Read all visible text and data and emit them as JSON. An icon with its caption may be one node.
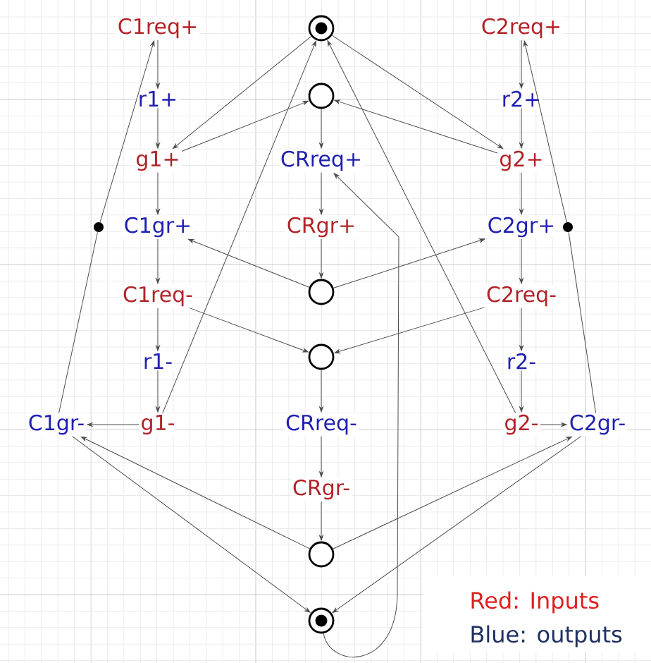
{
  "diagram": {
    "nodes": [
      {
        "text": [
          "C1req+"
        ]
      },
      {
        "text": [],
        "shape": "circle"
      },
      {
        "text": [
          "C2req+"
        ]
      },
      {
        "text": [
          "r1+"
        ]
      },
      {
        "text": [],
        "shape": "circle"
      },
      {
        "text": [
          "r2+"
        ]
      },
      {
        "text": [
          "g1+"
        ]
      },
      {
        "text": [
          "CRreq+"
        ]
      },
      {
        "text": [
          "g2+"
        ]
      },
      {
        "text": [],
        "shape": "circle"
      },
      {
        "text": [
          "C1gr+"
        ]
      },
      {
        "text": [
          "CRgr+"
        ]
      },
      {
        "text": [
          "C2gr+"
        ]
      },
      {
        "text": [],
        "shape": "circle"
      },
      {
        "text": [
          "C1req-"
        ]
      },
      {
        "text": [],
        "shape": "circle"
      },
      {
        "text": [
          "C2req-"
        ]
      },
      {
        "text": [
          "r1-"
        ]
      },
      {
        "text": [],
        "shape": "circle"
      },
      {
        "text": [
          "r2-"
        ]
      },
      {
        "text": [
          "C1gr-"
        ]
      },
      {
        "text": [
          "g1-"
        ]
      },
      {
        "text": [
          "CRreq-"
        ]
      },
      {
        "text": [
          "g2-"
        ]
      },
      {
        "text": [
          "C2gr-"
        ]
      },
      {
        "text": [
          "CRgr-"
        ]
      },
      {
        "text": [],
        "shape": "circle"
      },
      {
        "text": [],
        "shape": "circle"
      }
    ],
    "edges": [
      {
        "from": 0,
        "to": 3,
        "arrow": "to"
      },
      {
        "from": 3,
        "to": 6,
        "arrow": "to"
      },
      {
        "from": 6,
        "to": 10,
        "arrow": "to"
      },
      {
        "from": 10,
        "to": 14,
        "arrow": "to"
      },
      {
        "from": 14,
        "to": 17,
        "arrow": "to"
      },
      {
        "from": 17,
        "to": 21,
        "arrow": "to"
      },
      {
        "from": 21,
        "to": 20,
        "arrow": "to"
      },
      {
        "from": 2,
        "to": 5,
        "arrow": "to"
      },
      {
        "from": 5,
        "to": 8,
        "arrow": "to"
      },
      {
        "from": 8,
        "to": 12,
        "arrow": "to"
      },
      {
        "from": 12,
        "to": 16,
        "arrow": "to"
      },
      {
        "from": 16,
        "to": 19,
        "arrow": "to"
      },
      {
        "from": 19,
        "to": 23,
        "arrow": "to"
      },
      {
        "from": 23,
        "to": 24,
        "arrow": "to"
      },
      {
        "from": 20,
        "to": 9,
        "arrow": "none"
      },
      {
        "from": 9,
        "to": 0,
        "arrow": "to"
      },
      {
        "from": 24,
        "to": 13,
        "arrow": "none"
      },
      {
        "from": 13,
        "to": 2,
        "arrow": "to"
      },
      {
        "from": 1,
        "to": 6,
        "arrow": "to"
      },
      {
        "from": 6,
        "to": 4,
        "arrow": "to"
      },
      {
        "from": 21,
        "to": 1,
        "arrow": "to"
      },
      {
        "from": 14,
        "to": 18,
        "arrow": "to"
      },
      {
        "from": 15,
        "to": 10,
        "arrow": "to"
      },
      {
        "from": 26,
        "to": 20,
        "arrow": "to"
      },
      {
        "from": 20,
        "to": 27,
        "arrow": "to"
      },
      {
        "from": 1,
        "to": 8,
        "arrow": "to"
      },
      {
        "from": 8,
        "to": 4,
        "arrow": "to"
      },
      {
        "from": 23,
        "to": 1,
        "arrow": "to"
      },
      {
        "from": 16,
        "to": 18,
        "arrow": "to"
      },
      {
        "from": 15,
        "to": 12,
        "arrow": "to"
      },
      {
        "from": 26,
        "to": 24,
        "arrow": "to"
      },
      {
        "from": 24,
        "to": 27,
        "arrow": "to"
      },
      {
        "from": 4,
        "to": 7,
        "arrow": "to"
      },
      {
        "from": 7,
        "to": 11,
        "arrow": "to"
      },
      {
        "from": 11,
        "to": 15,
        "arrow": "to"
      },
      {
        "from": 18,
        "to": 22,
        "arrow": "to"
      },
      {
        "from": 22,
        "to": 25,
        "arrow": "to"
      },
      {
        "from": 25,
        "to": 26,
        "arrow": "to"
      },
      {
        "from": 27,
        "to": 7,
        "arrow": "to"
      }
    ],
    "labels": [
      "Red: Inputs",
      "Blue: outputs"
    ]
  }
}
